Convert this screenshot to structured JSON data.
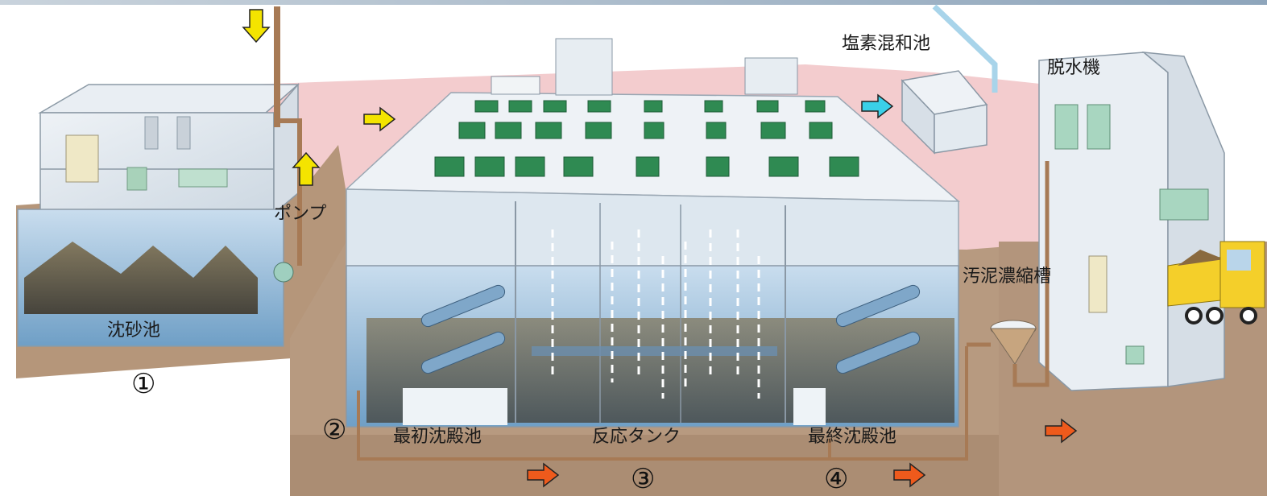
{
  "labels": {
    "pump": "ポンプ",
    "grit_chamber": "沈砂池",
    "primary_sedimentation": "最初沈殿池",
    "reaction_tank": "反応タンク",
    "final_sedimentation": "最終沈殿池",
    "chlorine_mixing": "塩素混和池",
    "dehydrator": "脱水機",
    "sludge_thickener": "汚泥濃縮槽"
  },
  "step_numbers": [
    "①",
    "②",
    "③",
    "④"
  ],
  "colors": {
    "ground": "#b5967a",
    "ground_dark": "#9c7d63",
    "pink_floor": "#f2c9cc",
    "building_glass": "#dfe7ee",
    "water": "#8fb7d6",
    "green_panel": "#2f8a52",
    "arrow_yellow": "#f4e400",
    "arrow_orange": "#ee5a1c",
    "arrow_cyan": "#3ad0e8",
    "truck_yellow": "#f4cf2a",
    "pipe": "#a77a55"
  }
}
